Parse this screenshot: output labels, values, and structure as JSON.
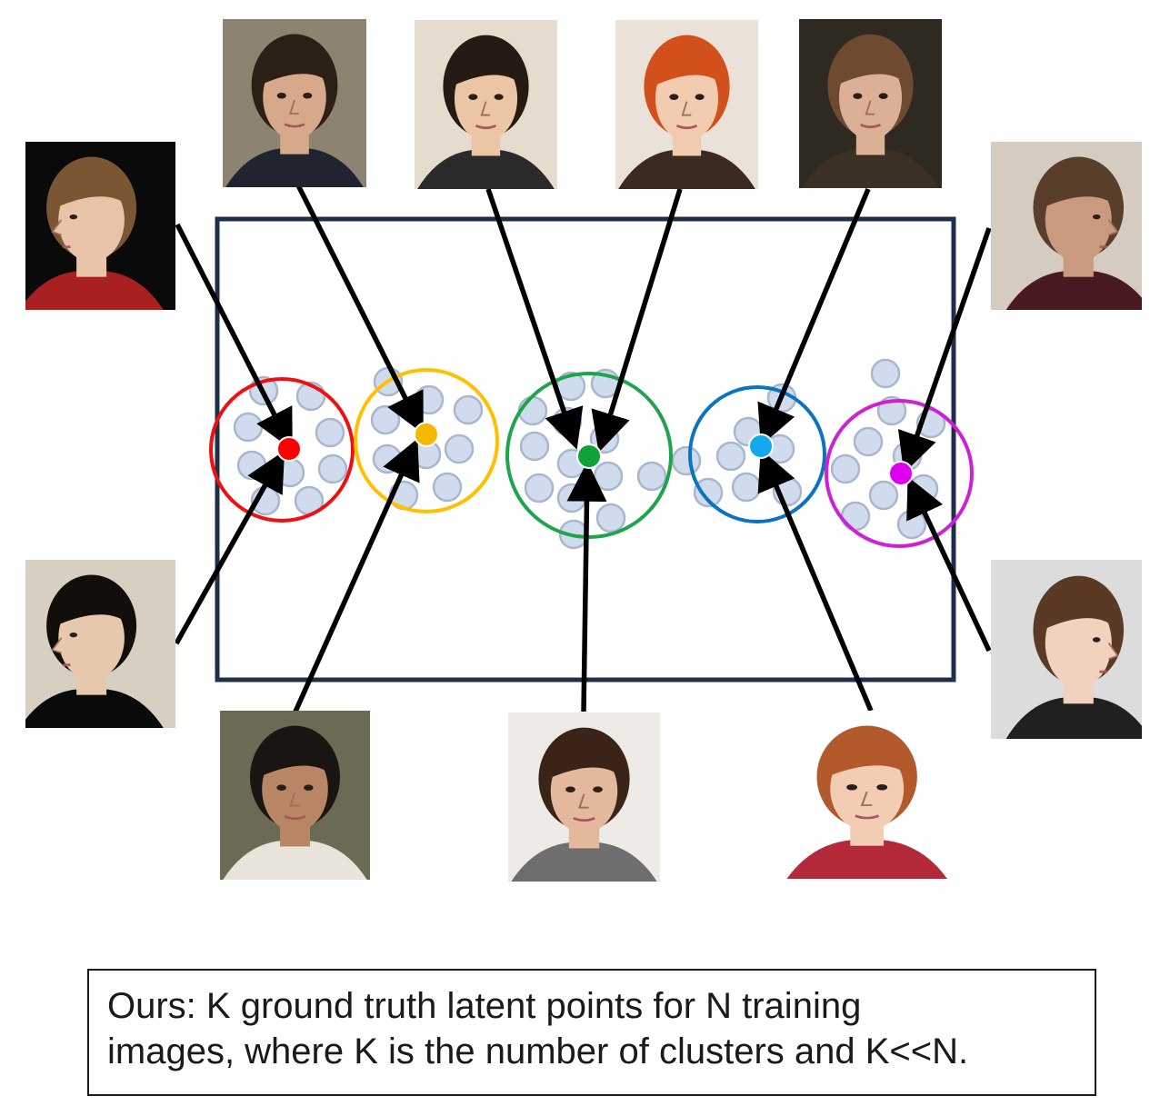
{
  "caption": {
    "line1": "Ours: K ground truth latent points for N training",
    "line2": "images, where K is the number of clusters and K<<N."
  },
  "colors": {
    "frame": "#1f2f4a",
    "point_fill": "#d0dcee",
    "point_stroke": "#a9b6cb",
    "arrow": "#000000",
    "clusters": [
      "#ee1111",
      "#ffc000",
      "#1ea44a",
      "#0a73c4",
      "#cc22d4"
    ],
    "centroids": [
      "#ff0000",
      "#f5b800",
      "#11a23a",
      "#14a8f0",
      "#dd00ee"
    ]
  },
  "faces": [
    {
      "id": "face-woman-red-visor",
      "bg": "#0a0a0a",
      "skin": "#e9c3a7",
      "hair": "#7a5632",
      "accent": "#a82020",
      "view": "profile-left"
    },
    {
      "id": "face-man-suit",
      "bg": "#8c8470",
      "skin": "#d7a98a",
      "hair": "#2b1f16",
      "accent": "#1f2430",
      "view": "front"
    },
    {
      "id": "face-young-man-bangs",
      "bg": "#e6dccd",
      "skin": "#ecc6a4",
      "hair": "#261b14",
      "accent": "#2a2a2a",
      "view": "front"
    },
    {
      "id": "face-woman-orange-hair",
      "bg": "#eae2d8",
      "skin": "#f0cbb0",
      "hair": "#d2501c",
      "accent": "#3a2a20",
      "view": "front"
    },
    {
      "id": "face-woman-bangs",
      "bg": "#2e2a22",
      "skin": "#dcb096",
      "hair": "#6e4b30",
      "accent": "#3c3024",
      "view": "front"
    },
    {
      "id": "face-woman-profile-right",
      "bg": "#d6cbc0",
      "skin": "#c99a80",
      "hair": "#5a3e2c",
      "accent": "#4a1a22",
      "view": "profile-right"
    },
    {
      "id": "face-woman-dark-hair-profile",
      "bg": "#d7cfc0",
      "skin": "#e8c8ac",
      "hair": "#120e0c",
      "accent": "#0a0a0a",
      "view": "profile-left"
    },
    {
      "id": "face-man-spiky-hair",
      "bg": "#6a6a55",
      "skin": "#b88664",
      "hair": "#1a1512",
      "accent": "#e8e4dc",
      "view": "front"
    },
    {
      "id": "face-teen-boy",
      "bg": "#eeebe6",
      "skin": "#e4b89c",
      "hair": "#3a2418",
      "accent": "#6e6e6e",
      "view": "front"
    },
    {
      "id": "face-girl-glasses-phone",
      "bg": "#ffffff",
      "skin": "#f2cdb3",
      "hair": "#b25a2c",
      "accent": "#b52a3a",
      "view": "three-quarter"
    },
    {
      "id": "face-woman-profile-right-2",
      "bg": "#dcdcdc",
      "skin": "#f1d2be",
      "hair": "#5a3a24",
      "accent": "#202020",
      "view": "profile-right"
    }
  ]
}
